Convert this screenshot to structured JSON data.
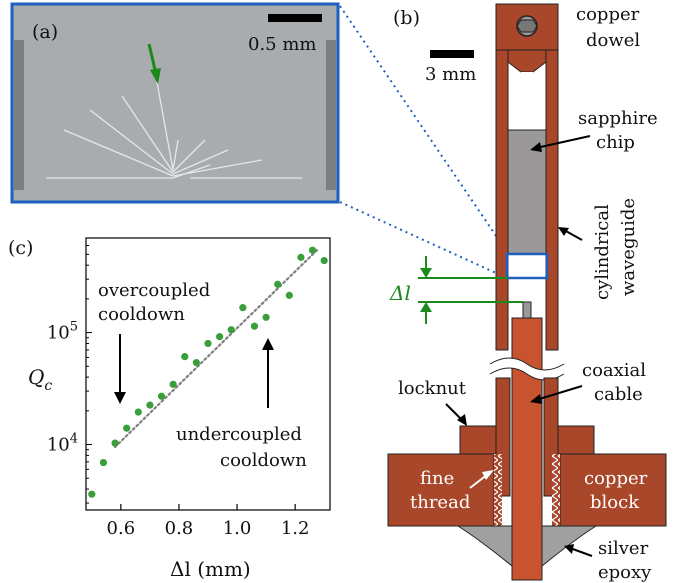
{
  "panel_a": {
    "label": "(a)",
    "scale_label": "0.5 mm",
    "colors": {
      "border": "#1f5fbf",
      "bg": "#a9acae",
      "arrow": "#1a8a1a"
    }
  },
  "panel_b": {
    "label": "(b)",
    "scale_label": "3 mm",
    "delta_label": "Δl",
    "labels": {
      "copper_dowel_1": "copper",
      "copper_dowel_2": "dowel",
      "sapphire_1": "sapphire",
      "sapphire_2": "chip",
      "waveguide_1": "cylindrical",
      "waveguide_2": "waveguide",
      "coax_1": "coaxial",
      "coax_2": "cable",
      "locknut": "locknut",
      "fine_1": "fine",
      "fine_2": "thread",
      "block_1": "copper",
      "block_2": "block",
      "epoxy_1": "silver",
      "epoxy_2": "epoxy"
    },
    "colors": {
      "copper": "#a9472a",
      "coax": "#c8542f",
      "sapphire": "#9a9898",
      "epoxy": "#a0a0a0",
      "green": "#1a8a1a",
      "blue": "#1f5fbf"
    }
  },
  "chart_data": {
    "type": "scatter",
    "panel_label": "(c)",
    "xlabel": "Δl (mm)",
    "ylabel": "Q_c",
    "ylabel_main": "Q",
    "ylabel_sub": "c",
    "yscale": "log",
    "xlim": [
      0.48,
      1.32
    ],
    "ylim": [
      2600,
      700000
    ],
    "x_ticks": [
      0.6,
      0.8,
      1.0,
      1.2
    ],
    "x_tick_labels": [
      "0.6",
      "0.8",
      "1.0",
      "1.2"
    ],
    "y_ticks": [
      10000,
      100000
    ],
    "y_tick_base": "10",
    "y_tick_exps": [
      "4",
      "5"
    ],
    "annotations": {
      "over_1": "overcoupled",
      "over_2": "cooldown",
      "under_1": "undercoupled",
      "under_2": "cooldown"
    },
    "series": [
      {
        "marker_color": "#3a9e3a",
        "x": [
          0.5,
          0.54,
          0.58,
          0.62,
          0.66,
          0.7,
          0.74,
          0.78,
          0.82,
          0.86,
          0.9,
          0.94,
          0.98,
          1.02,
          1.06,
          1.1,
          1.14,
          1.18,
          1.22,
          1.26,
          1.3
        ],
        "y": [
          3600,
          6900,
          10300,
          14000,
          19500,
          22500,
          27000,
          34500,
          61000,
          54000,
          80000,
          92000,
          106000,
          167000,
          114000,
          137000,
          270000,
          215000,
          470000,
          545000,
          440000
        ]
      }
    ],
    "fit": {
      "x": [
        0.58,
        1.28
      ],
      "y": [
        9500,
        560000
      ],
      "style": "dotted",
      "color": "#808080"
    }
  }
}
